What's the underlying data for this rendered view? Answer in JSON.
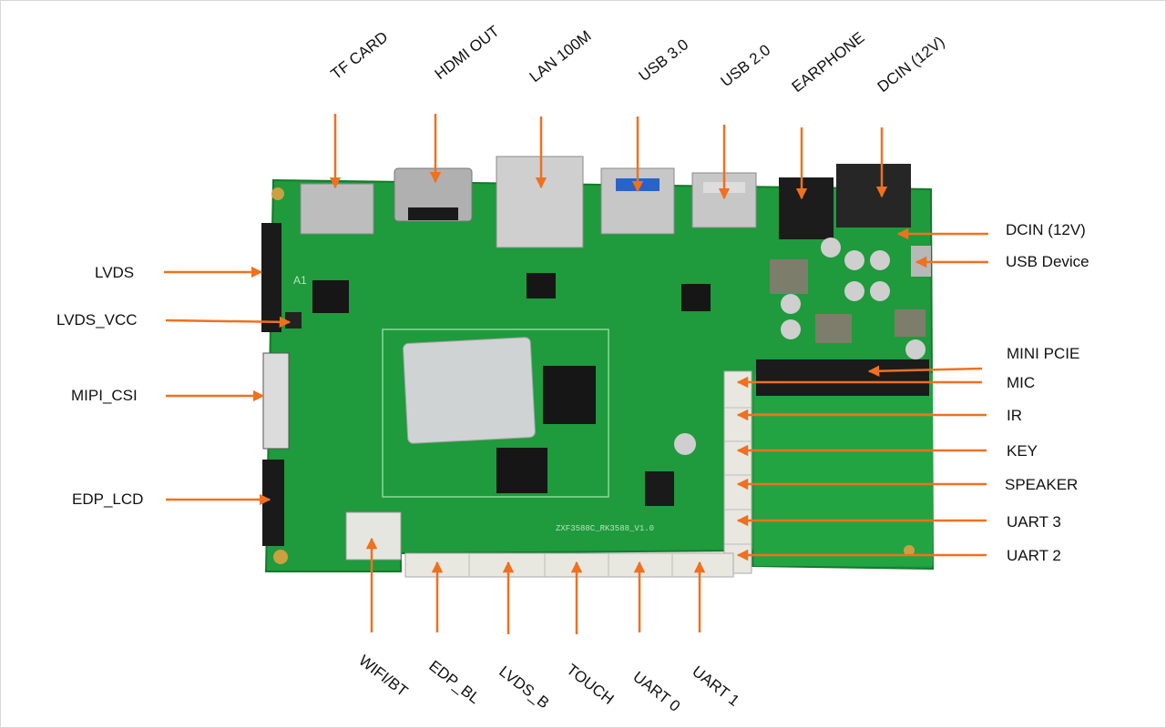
{
  "board": {
    "silkscreen": "ZXF3588C_RK3588_V1.0",
    "pin_marker": "A1"
  },
  "colors": {
    "arrow": "#f07020",
    "pcb": "#1f9a3c",
    "pcb_dark": "#157a2c",
    "connector": "#e8e8e0"
  },
  "labels": {
    "top": [
      "TF CARD",
      "HDMI OUT",
      "LAN 100M",
      "USB 3.0",
      "USB 2.0",
      "EARPHONE",
      "DCIN (12V)"
    ],
    "left": [
      "LVDS",
      "LVDS_VCC",
      "MIPI_CSI",
      "EDP_LCD"
    ],
    "right": [
      "DCIN (12V)",
      "USB Device",
      "MINI PCIE",
      "MIC",
      "IR",
      "KEY",
      "SPEAKER",
      "UART 3",
      "UART 2"
    ],
    "bottom": [
      "WIFI/BT",
      "EDP_BL",
      "LVDS_B",
      "TOUCH",
      "UART 0",
      "UART 1"
    ]
  }
}
